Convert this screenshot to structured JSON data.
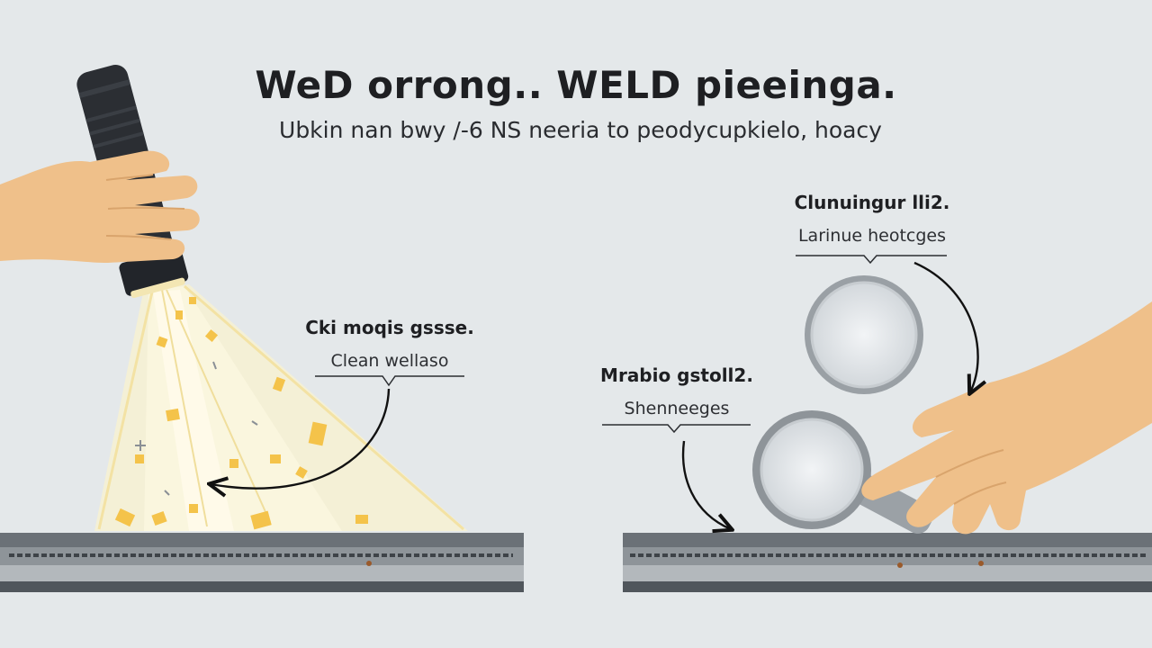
{
  "title": "WeD orrong.. WELD pieeinga.",
  "subtitle": "Ubkin nan bwy /-6 NS neeria to peodycupkielo, hoacy",
  "callouts": {
    "left_middle": {
      "heading": "Cki moqis gssse.",
      "text": "Clean wellaso"
    },
    "right_top": {
      "heading": "Clunuingur lli2.",
      "text": "Larinue heotcges"
    },
    "right_middle": {
      "heading": "Mrabio gstoll2.",
      "text": "Shenneeges"
    }
  },
  "colors": {
    "background": "#e4e8ea",
    "skin": "#efc08a",
    "steel_dark": "#4c5258",
    "steel_light": "#8b9196",
    "light_beam": "#f6eec6",
    "debris": "#f4c34a"
  },
  "icons": [
    "flashlight-icon",
    "hand-icon",
    "magnifier-icon",
    "weld-bar-icon",
    "arrow-icon"
  ]
}
